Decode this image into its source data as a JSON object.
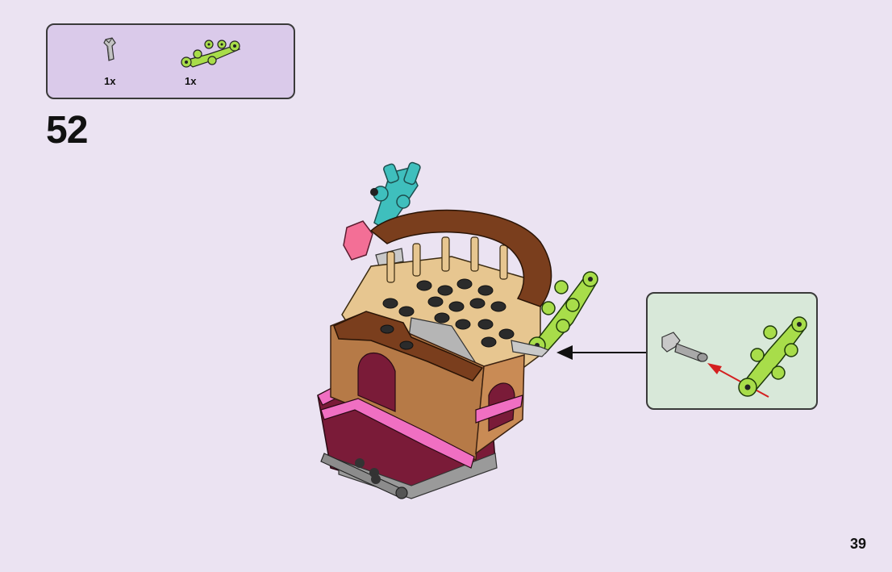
{
  "parts_list": {
    "items": [
      {
        "icon": "grey-clip-bar-icon",
        "qty": "1x",
        "color": "#b0b0b0"
      },
      {
        "icon": "lime-plant-leaves-icon",
        "qty": "1x",
        "color": "#a8dd4a"
      }
    ]
  },
  "step": {
    "number": "52"
  },
  "page": {
    "number": "39"
  },
  "colors": {
    "background": "#ebe3f2",
    "parts_box": "#dacaea",
    "callout_box": "#d8e8d9",
    "brown": "#7a3e1d",
    "tan": "#e7c690",
    "magenta": "#8a1d3e",
    "pink": "#f06fc2",
    "lime": "#a8dd4a",
    "teal": "#3fbfbd",
    "red_arrow": "#d42020"
  }
}
